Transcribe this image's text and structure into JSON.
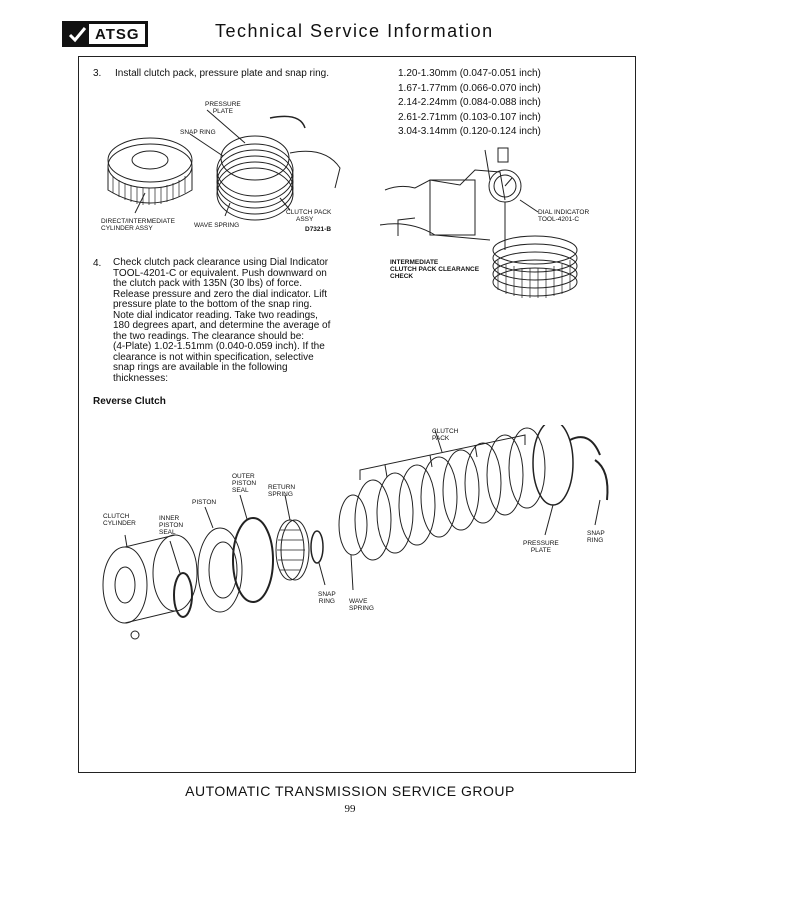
{
  "header": {
    "logo_text": "ATSG",
    "title": "Technical Service Information"
  },
  "step3": {
    "number": "3.",
    "text": "Install clutch pack, pressure plate and snap ring."
  },
  "thickness_list": [
    "1.20-1.30mm (0.047-0.051 inch)",
    "1.67-1.77mm (0.066-0.070 inch)",
    "2.14-2.24mm (0.084-0.088 inch)",
    "2.61-2.71mm (0.103-0.107 inch)",
    "3.04-3.14mm (0.120-0.124 inch)"
  ],
  "fig1_labels": {
    "pressure_plate": [
      "PRESSURE",
      "PLATE"
    ],
    "snap_ring": "SNAP RING",
    "clutch_pack": [
      "CLUTCH PACK",
      "ASSY"
    ],
    "direct_intermediate": [
      "DIRECT/INTERMEDIATE",
      "CYLINDER ASSY"
    ],
    "wave_spring": "WAVE SPRING",
    "code": "D7321-B"
  },
  "fig2_labels": {
    "dial_indicator": [
      "DIAL INDICATOR",
      "TOOL-4201-C"
    ],
    "check": [
      "INTERMEDIATE",
      "CLUTCH PACK CLEARANCE",
      "CHECK"
    ]
  },
  "step4": {
    "number": "4.",
    "lines": [
      "Check clutch pack clearance using Dial Indicator",
      "TOOL-4201-C or equivalent. Push downward on",
      "the clutch pack with 135N (30 lbs) of force.",
      "Release pressure and zero the dial indicator. Lift",
      "pressure plate to the bottom of the snap ring.",
      "Note dial indicator reading. Take two readings,",
      "180 degrees apart, and determine the average of",
      "the two readings. The clearance should be:",
      "(4-Plate) 1.02-1.51mm (0.040-0.059 inch). If the",
      "clearance is not within specification, selective",
      "snap rings are available in the following",
      "thicknesses:"
    ]
  },
  "section_heading": "Reverse Clutch",
  "fig3_labels": {
    "clutch_pack": [
      "CLUTCH",
      "PACK"
    ],
    "outer_piston_seal": [
      "OUTER",
      "PISTON",
      "SEAL"
    ],
    "return_spring": [
      "RETURN",
      "SPRING"
    ],
    "piston": "PISTON",
    "clutch_cylinder": [
      "CLUTCH",
      "CYLINDER"
    ],
    "inner_piston_seal": [
      "INNER",
      "PISTON",
      "SEAL"
    ],
    "snap_ring_right": [
      "SNAP",
      "RING"
    ],
    "pressure_plate": [
      "PRESSURE",
      "PLATE"
    ],
    "snap_ring_bottom": [
      "SNAP",
      "RING"
    ],
    "wave_spring": [
      "WAVE",
      "SPRING"
    ]
  },
  "footer": {
    "text": "AUTOMATIC TRANSMISSION SERVICE GROUP",
    "page_number": "99"
  }
}
